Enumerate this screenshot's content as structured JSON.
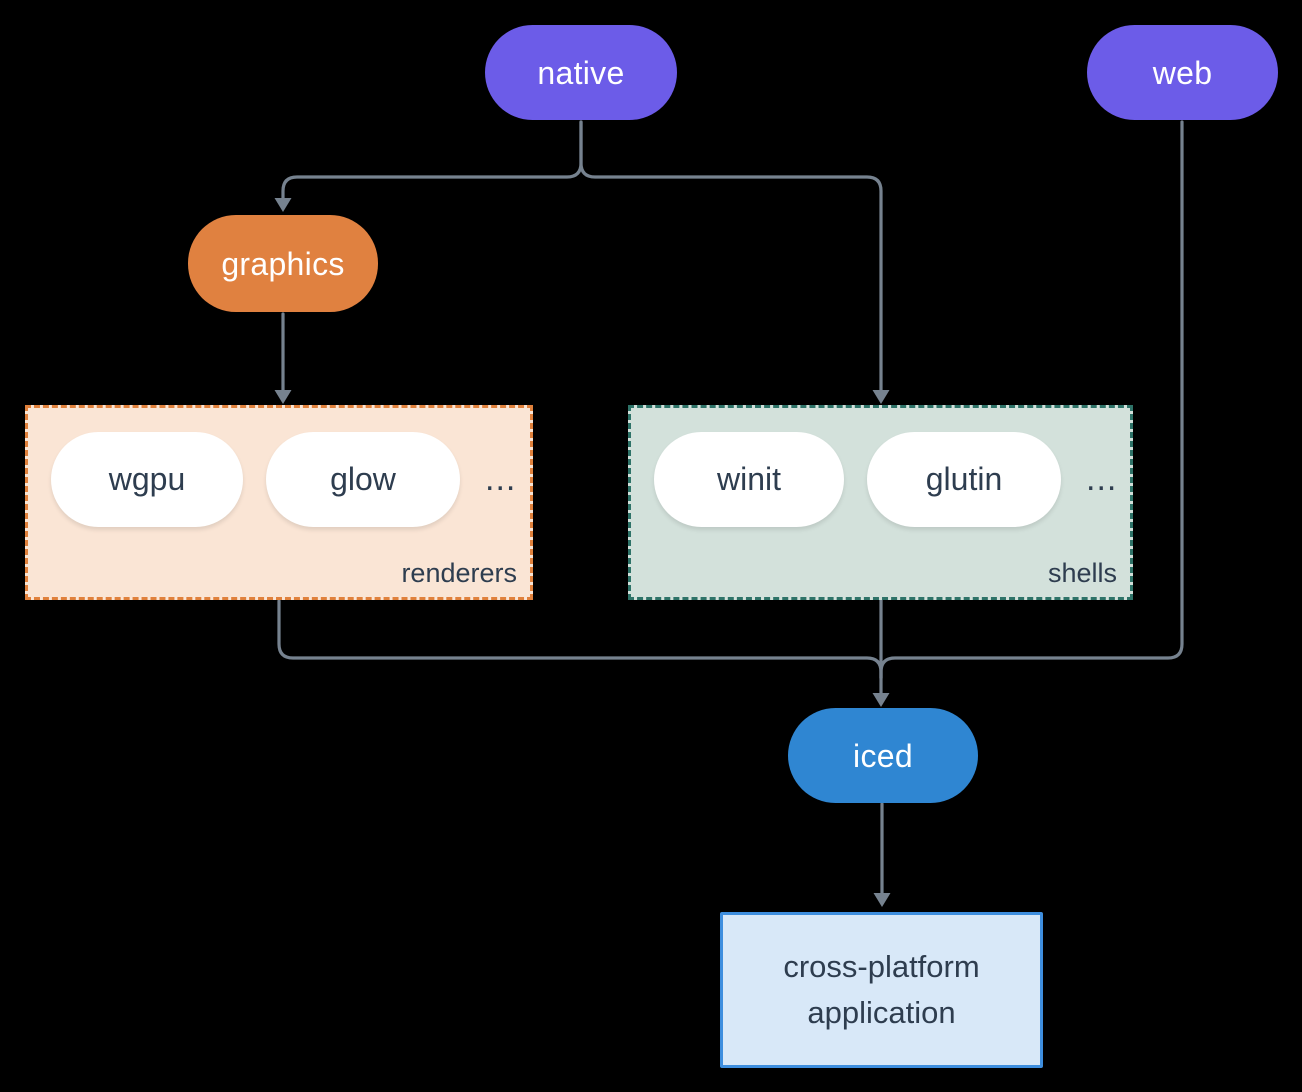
{
  "diagram": {
    "colors": {
      "background": "#000000",
      "connector": "#76828f",
      "node_purple": "#6c5ce8",
      "node_orange": "#e08140",
      "node_blue": "#2f86d2",
      "pill_white": "#ffffff",
      "dark_text": "#2e3d4f",
      "renderers_bg": "#fae5d5",
      "renderers_border": "#e0813c",
      "shells_bg": "#d3e1db",
      "shells_border": "#2e7368",
      "app_bg": "#d8e8f8",
      "app_border": "#3e8ede"
    },
    "nodes": {
      "native": "native",
      "web": "web",
      "graphics": "graphics",
      "iced": "iced",
      "application": "cross-platform application"
    },
    "groups": {
      "renderers": {
        "label": "renderers",
        "items": [
          "wgpu",
          "glow"
        ],
        "more": "..."
      },
      "shells": {
        "label": "shells",
        "items": [
          "winit",
          "glutin"
        ],
        "more": "..."
      }
    }
  }
}
